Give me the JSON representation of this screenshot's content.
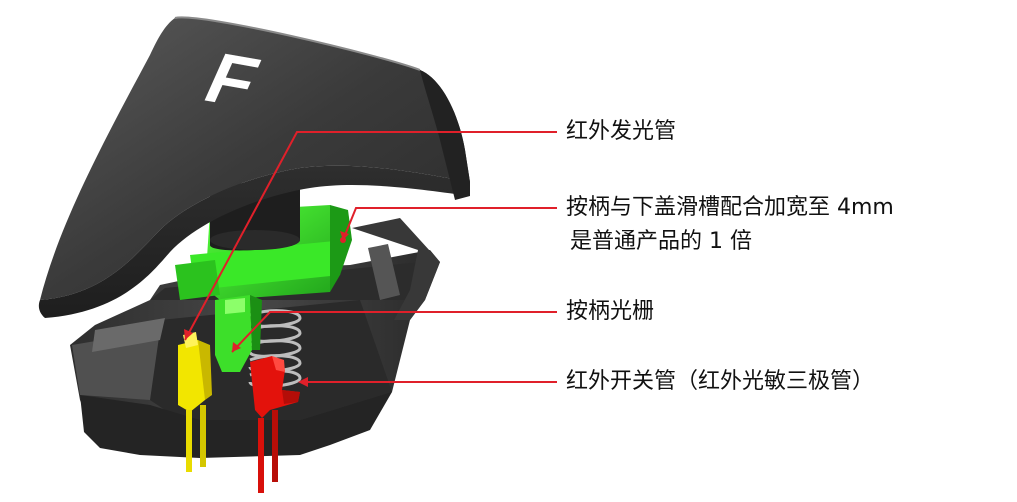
{
  "keycap": {
    "letter": "F"
  },
  "callouts": {
    "ir_emitter": "红外发光管",
    "stem_slot_line1": "按柄与下盖滑槽配合加宽至 4mm",
    "stem_slot_line2": "是普通产品的 1 倍",
    "stem_grating": "按柄光栅",
    "ir_receiver": "红外开关管（红外光敏三极管）"
  },
  "colors": {
    "leader_line": "#e0202a",
    "keycap_dark": "#3a3a3a",
    "housing": "#3c3c3c",
    "stem_green": "#33dd22",
    "emitter_yellow": "#f2e600",
    "receiver_red": "#e3120c",
    "spring": "#bdbdbd"
  }
}
